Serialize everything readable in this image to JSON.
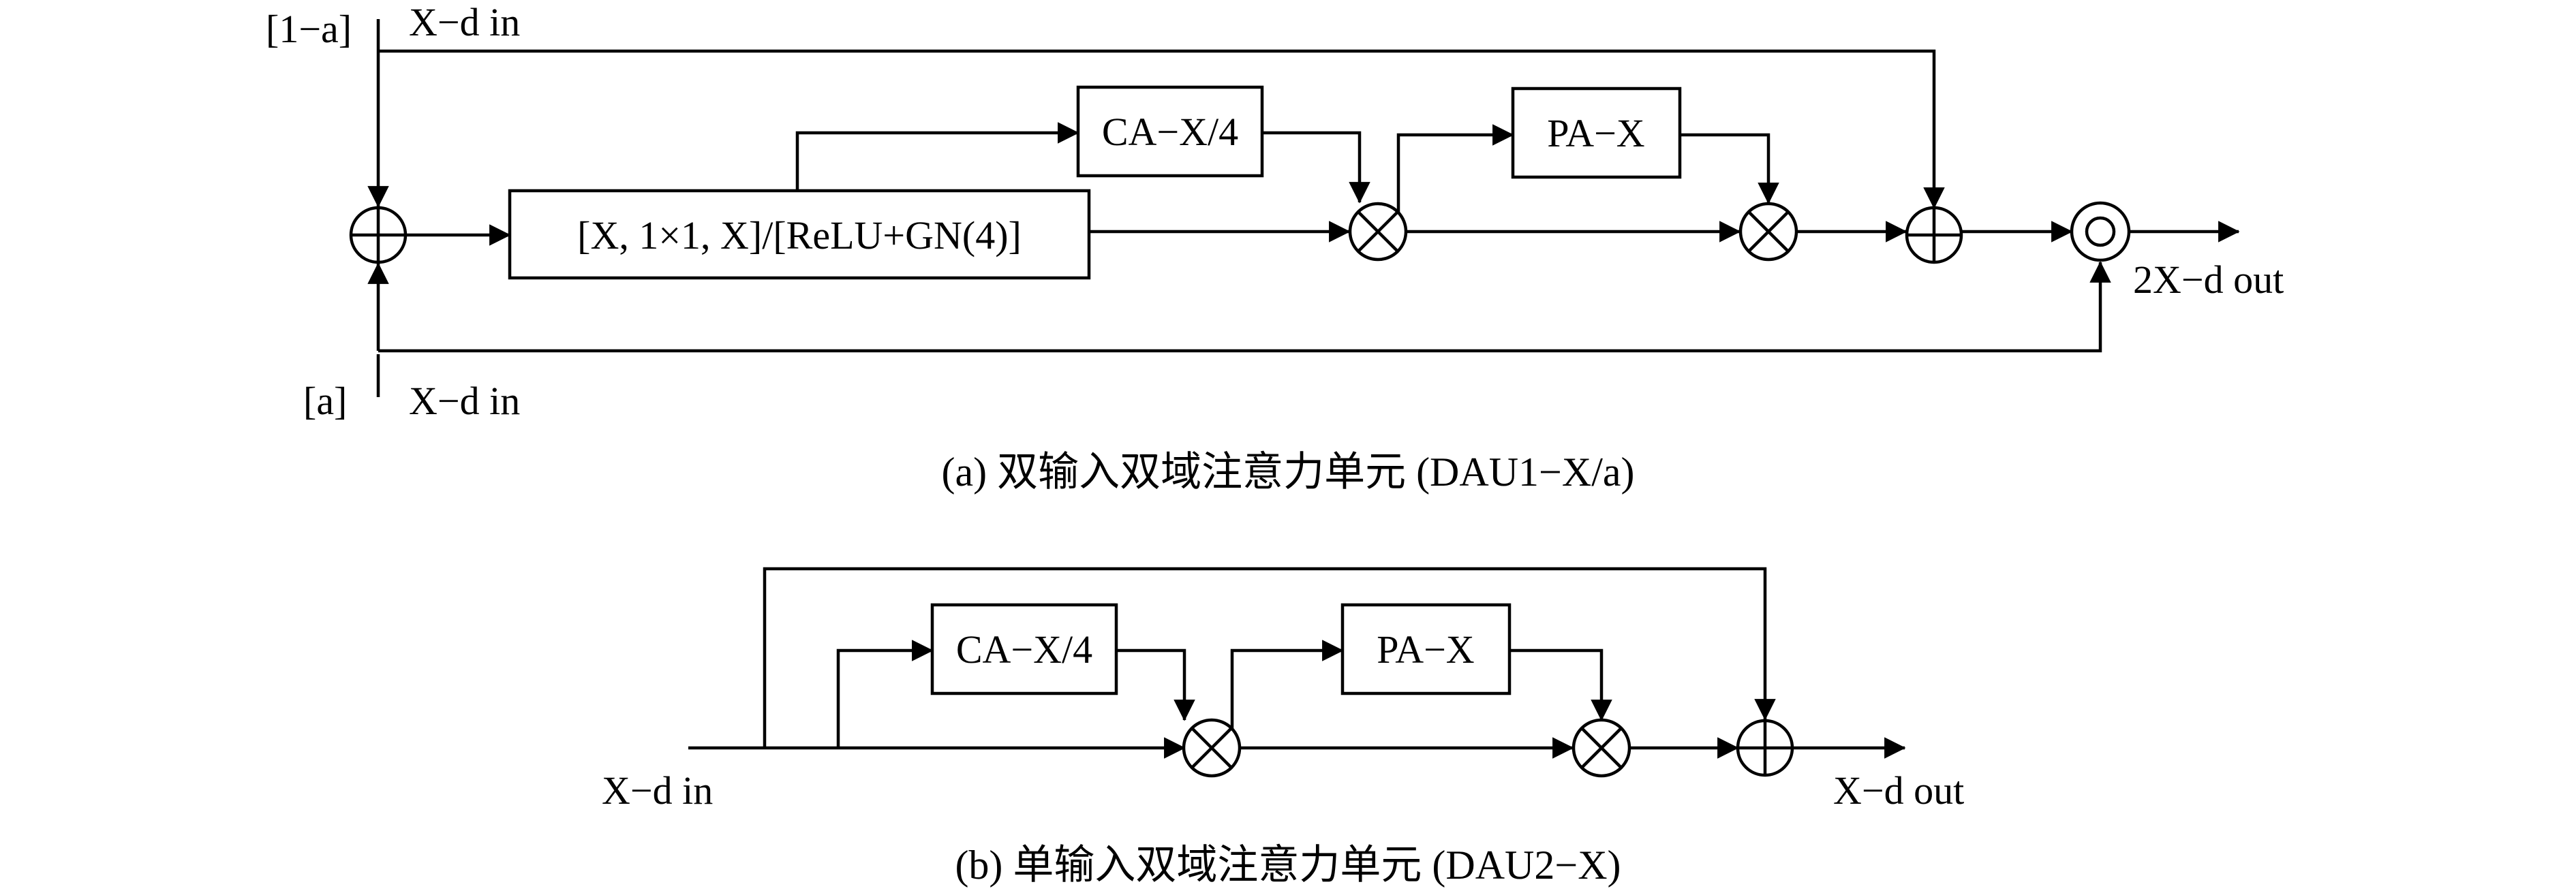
{
  "diagram_a": {
    "top_input_weight": "[1−a]",
    "top_input_label": "X−d in",
    "bottom_input_weight": "[a]",
    "bottom_input_label": "X−d in",
    "conv_block": "[X, 1×1, X]/[ReLU+GN(4)]",
    "ca_block": "CA−X/4",
    "pa_block": "PA−X",
    "output_label": "2X−d out",
    "caption": "(a) 双输入双域注意力单元 (DAU1−X/a)"
  },
  "diagram_b": {
    "input_label": "X−d in",
    "ca_block": "CA−X/4",
    "pa_block": "PA−X",
    "output_label": "X−d out",
    "caption": "(b) 单输入双域注意力单元 (DAU2−X)"
  },
  "colors": {
    "line": "#000000",
    "background": "#ffffff"
  }
}
